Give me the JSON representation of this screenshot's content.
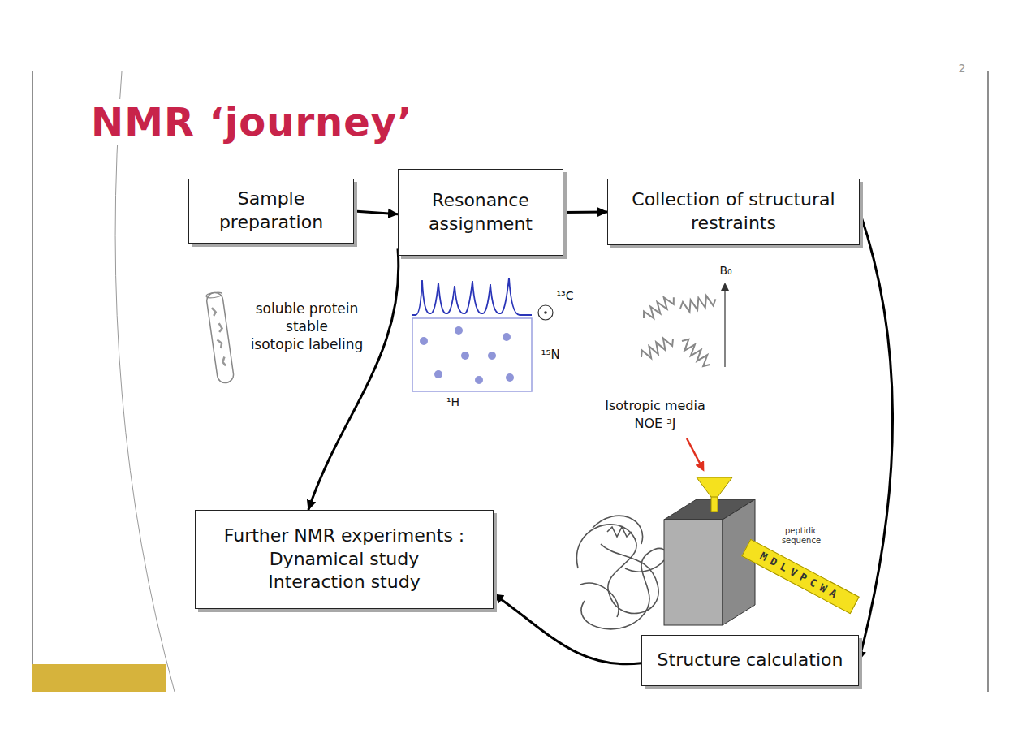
{
  "diagram": {
    "title": "NMR ‘journey’",
    "nodes": [
      {
        "text": [
          "Sample preparation"
        ]
      },
      {
        "text": [
          "Resonance assignment"
        ]
      },
      {
        "text": [
          "Collection of structural restraints"
        ]
      },
      {
        "text": [
          "Further NMR experiments :",
          "Dynamical study",
          "Interaction study"
        ]
      },
      {
        "text": [
          "Structure calculation"
        ]
      }
    ],
    "edges": [
      {
        "from": 0,
        "to": 1,
        "arrow": "to"
      },
      {
        "from": 1,
        "to": 2,
        "arrow": "to"
      },
      {
        "from": 2,
        "to": 4,
        "arrow": "to"
      },
      {
        "from": 1,
        "to": 3,
        "arrow": "to"
      },
      {
        "from": 4,
        "to": 3,
        "arrow": "to"
      }
    ],
    "labels": [
      "2",
      "soluble protein",
      "stable",
      "isotopic labeling",
      "¹³C",
      "¹⁵N",
      "¹H",
      "B₀",
      "Isotropic media",
      "NOE ³J",
      "peptidic sequence",
      "MDLVPCWA"
    ]
  }
}
